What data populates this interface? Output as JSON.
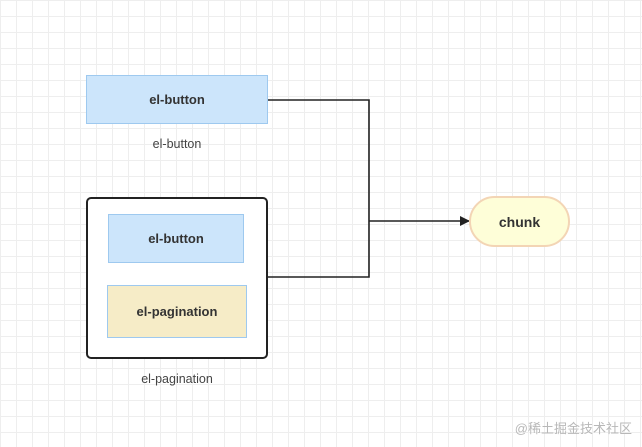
{
  "diagram": {
    "nodes": {
      "button_single": "el-button",
      "button_in_group": "el-button",
      "pagination": "el-pagination",
      "chunk": "chunk"
    },
    "captions": {
      "button_single": "el-button",
      "pagination_group": "el-pagination"
    },
    "colors": {
      "blue_fill": "#cce5fb",
      "blue_border": "#9ec9ef",
      "yellow_fill": "#f6ecc7",
      "chunk_fill": "#fefed8",
      "chunk_border": "#f3d5b5",
      "group_border": "#222222",
      "edge": "#222222"
    }
  },
  "watermark": "@稀土掘金技术社区"
}
